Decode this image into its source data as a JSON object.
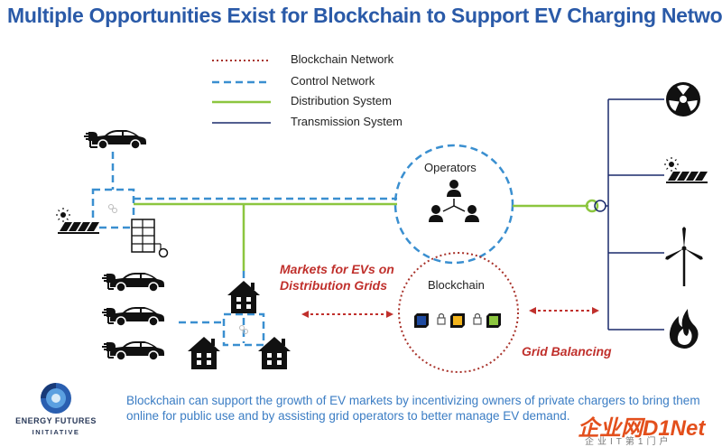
{
  "title": "Multiple Opportunities Exist for Blockchain to Support EV Charging Networks",
  "legend": {
    "blockchain": "Blockchain Network",
    "control": "Control Network",
    "distribution": "Distribution System",
    "transmission": "Transmission System"
  },
  "nodes": {
    "operators": "Operators",
    "blockchain": "Blockchain"
  },
  "annotations": {
    "markets_line1": "Markets for EVs on",
    "markets_line2": "Distribution Grids",
    "grid_balancing": "Grid Balancing"
  },
  "footer_text": "Blockchain can support the growth of EV markets by incentivizing owners of private chargers to bring them online for public use and by assisting grid operators to better manage EV demand.",
  "logo": {
    "line1": "ENERGY FUTURES",
    "line2": "INITIATIVE"
  },
  "watermark": {
    "main": "企业网D1Net",
    "sub": "企业IT第1门户"
  },
  "colors": {
    "title": "#2a5aa8",
    "blockchain_network": "#a8322a",
    "control_network": "#3a8fd0",
    "distribution_system": "#8cc63f",
    "transmission_system": "#1a2a6c",
    "annotation_red": "#c0302c",
    "footer_blue": "#3b7dc4"
  },
  "icons": [
    "ev-car-icon",
    "solar-panel-icon",
    "battery-storage-icon",
    "house-icon",
    "operators-people-icon",
    "blockchain-blocks-icon",
    "lock-icon",
    "nuclear-icon",
    "wind-turbine-icon",
    "flame-icon",
    "transformer-icon"
  ]
}
